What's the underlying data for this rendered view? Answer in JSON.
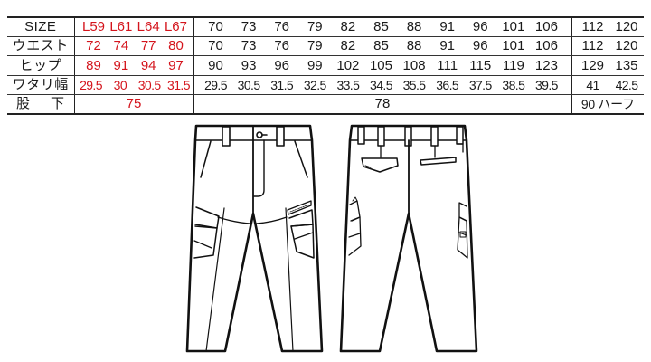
{
  "size_chart": {
    "rows": [
      {
        "label": "SIZE",
        "red": [
          "L59",
          "L61",
          "L64",
          "L67"
        ],
        "main": [
          "70",
          "73",
          "76",
          "79",
          "82",
          "85",
          "88",
          "91",
          "96",
          "101",
          "106"
        ],
        "big": [
          "112",
          "120"
        ]
      },
      {
        "label": "ウエスト",
        "red": [
          "72",
          "74",
          "77",
          "80"
        ],
        "main": [
          "70",
          "73",
          "76",
          "79",
          "82",
          "85",
          "88",
          "91",
          "96",
          "101",
          "106"
        ],
        "big": [
          "112",
          "120"
        ]
      },
      {
        "label": "ヒップ",
        "red": [
          "89",
          "91",
          "94",
          "97"
        ],
        "main": [
          "90",
          "93",
          "96",
          "99",
          "102",
          "105",
          "108",
          "111",
          "115",
          "119",
          "123"
        ],
        "big": [
          "129",
          "135"
        ]
      },
      {
        "label": "ワタリ幅",
        "red": [
          "29.5",
          "30",
          "30.5",
          "31.5"
        ],
        "main": [
          "29.5",
          "30.5",
          "31.5",
          "32.5",
          "33.5",
          "34.5",
          "35.5",
          "36.5",
          "37.5",
          "38.5",
          "39.5"
        ],
        "big": [
          "41",
          "42.5"
        ]
      }
    ],
    "inseam": {
      "label_left": "股",
      "label_right": "下",
      "red": "75",
      "main": "78",
      "big": "90 ハーフ"
    },
    "colors": {
      "text": "#1a1a1a",
      "highlight_red": "#d4141c",
      "border": "#222222"
    }
  },
  "illustrations": {
    "front_view": "pants-front",
    "back_view": "pants-back"
  }
}
